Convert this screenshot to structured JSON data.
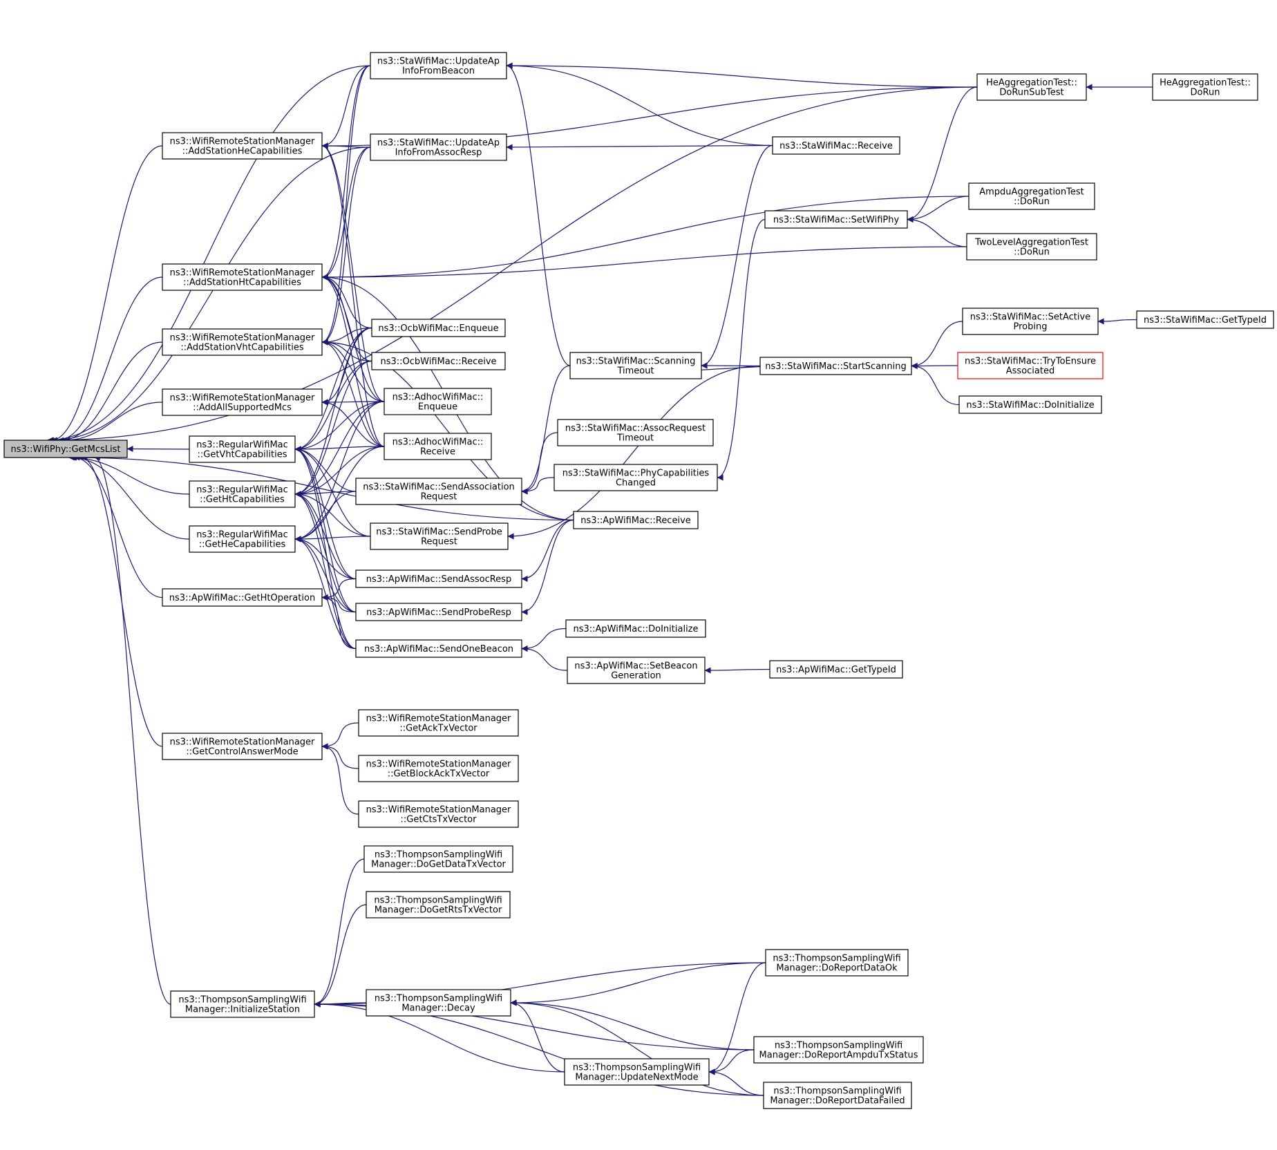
{
  "nodes": [
    {
      "id": "root",
      "lines": [
        "ns3::WifiPhy::GetMcsList"
      ],
      "root": true
    },
    {
      "id": "addHe",
      "lines": [
        "ns3::WifiRemoteStationManager",
        "::AddStationHeCapabilities"
      ]
    },
    {
      "id": "addHt",
      "lines": [
        "ns3::WifiRemoteStationManager",
        "::AddStationHtCapabilities"
      ]
    },
    {
      "id": "addVht",
      "lines": [
        "ns3::WifiRemoteStationManager",
        "::AddStationVhtCapabilities"
      ]
    },
    {
      "id": "addAll",
      "lines": [
        "ns3::WifiRemoteStationManager",
        "::AddAllSupportedMcs"
      ]
    },
    {
      "id": "getVht",
      "lines": [
        "ns3::RegularWifiMac",
        "::GetVhtCapabilities"
      ]
    },
    {
      "id": "getHt",
      "lines": [
        "ns3::RegularWifiMac",
        "::GetHtCapabilities"
      ]
    },
    {
      "id": "getHe",
      "lines": [
        "ns3::RegularWifiMac",
        "::GetHeCapabilities"
      ]
    },
    {
      "id": "getHtOp",
      "lines": [
        "ns3::ApWifiMac::GetHtOperation"
      ]
    },
    {
      "id": "getCtrl",
      "lines": [
        "ns3::WifiRemoteStationManager",
        "::GetControlAnswerMode"
      ]
    },
    {
      "id": "initSt",
      "lines": [
        "ns3::ThompsonSamplingWifi",
        "Manager::InitializeStation"
      ]
    },
    {
      "id": "updBeacon",
      "lines": [
        "ns3::StaWifiMac::UpdateAp",
        "InfoFromBeacon"
      ]
    },
    {
      "id": "updAssoc",
      "lines": [
        "ns3::StaWifiMac::UpdateAp",
        "InfoFromAssocResp"
      ]
    },
    {
      "id": "ocbEnq",
      "lines": [
        "ns3::OcbWifiMac::Enqueue"
      ]
    },
    {
      "id": "ocbRecv",
      "lines": [
        "ns3::OcbWifiMac::Receive"
      ]
    },
    {
      "id": "adhocEnq",
      "lines": [
        "ns3::AdhocWifiMac::",
        "Enqueue"
      ]
    },
    {
      "id": "adhocRecv",
      "lines": [
        "ns3::AdhocWifiMac::",
        "Receive"
      ]
    },
    {
      "id": "sendAssocReq",
      "lines": [
        "ns3::StaWifiMac::SendAssociation",
        "Request"
      ]
    },
    {
      "id": "sendProbeReq",
      "lines": [
        "ns3::StaWifiMac::SendProbe",
        "Request"
      ]
    },
    {
      "id": "sendAssocResp",
      "lines": [
        "ns3::ApWifiMac::SendAssocResp"
      ]
    },
    {
      "id": "sendProbeResp",
      "lines": [
        "ns3::ApWifiMac::SendProbeResp"
      ]
    },
    {
      "id": "sendBeacon",
      "lines": [
        "ns3::ApWifiMac::SendOneBeacon"
      ]
    },
    {
      "id": "getAckTx",
      "lines": [
        "ns3::WifiRemoteStationManager",
        "::GetAckTxVector"
      ]
    },
    {
      "id": "getBlockAckTx",
      "lines": [
        "ns3::WifiRemoteStationManager",
        "::GetBlockAckTxVector"
      ]
    },
    {
      "id": "getCtsTx",
      "lines": [
        "ns3::WifiRemoteStationManager",
        "::GetCtsTxVector"
      ]
    },
    {
      "id": "doGetData",
      "lines": [
        "ns3::ThompsonSamplingWifi",
        "Manager::DoGetDataTxVector"
      ]
    },
    {
      "id": "doGetRts",
      "lines": [
        "ns3::ThompsonSamplingWifi",
        "Manager::DoGetRtsTxVector"
      ]
    },
    {
      "id": "decay",
      "lines": [
        "ns3::ThompsonSamplingWifi",
        "Manager::Decay"
      ]
    },
    {
      "id": "updNext",
      "lines": [
        "ns3::ThompsonSamplingWifi",
        "Manager::UpdateNextMode"
      ]
    },
    {
      "id": "scanTimeout",
      "lines": [
        "ns3::StaWifiMac::Scanning",
        "Timeout"
      ]
    },
    {
      "id": "assocReqTimeout",
      "lines": [
        "ns3::StaWifiMac::AssocRequest",
        "Timeout"
      ]
    },
    {
      "id": "phyCapChanged",
      "lines": [
        "ns3::StaWifiMac::PhyCapabilities",
        "Changed"
      ]
    },
    {
      "id": "apRecv",
      "lines": [
        "ns3::ApWifiMac::Receive"
      ]
    },
    {
      "id": "apDoInit",
      "lines": [
        "ns3::ApWifiMac::DoInitialize"
      ]
    },
    {
      "id": "setBeaconGen",
      "lines": [
        "ns3::ApWifiMac::SetBeacon",
        "Generation"
      ]
    },
    {
      "id": "staRecv",
      "lines": [
        "ns3::StaWifiMac::Receive"
      ]
    },
    {
      "id": "setWifiPhy",
      "lines": [
        "ns3::StaWifiMac::SetWifiPhy"
      ]
    },
    {
      "id": "startScan",
      "lines": [
        "ns3::StaWifiMac::StartScanning"
      ]
    },
    {
      "id": "apGetTypeId",
      "lines": [
        "ns3::ApWifiMac::GetTypeId"
      ]
    },
    {
      "id": "reportOk",
      "lines": [
        "ns3::ThompsonSamplingWifi",
        "Manager::DoReportDataOk"
      ]
    },
    {
      "id": "reportAmpdu",
      "lines": [
        "ns3::ThompsonSamplingWifi",
        "Manager::DoReportAmpduTxStatus"
      ]
    },
    {
      "id": "reportFailed",
      "lines": [
        "ns3::ThompsonSamplingWifi",
        "Manager::DoReportDataFailed"
      ]
    },
    {
      "id": "heAggSub",
      "lines": [
        "HeAggregationTest::",
        "DoRunSubTest"
      ]
    },
    {
      "id": "ampduAgg",
      "lines": [
        "AmpduAggregationTest",
        "::DoRun"
      ]
    },
    {
      "id": "twoLevel",
      "lines": [
        "TwoLevelAggregationTest",
        "::DoRun"
      ]
    },
    {
      "id": "setActive",
      "lines": [
        "ns3::StaWifiMac::SetActive",
        "Probing"
      ]
    },
    {
      "id": "tryEnsure",
      "lines": [
        "ns3::StaWifiMac::TryToEnsure",
        "Associated"
      ],
      "red": true
    },
    {
      "id": "staDoInit",
      "lines": [
        "ns3::StaWifiMac::DoInitialize"
      ]
    },
    {
      "id": "heAggRun",
      "lines": [
        "HeAggregationTest::",
        "DoRun"
      ]
    },
    {
      "id": "staGetTypeId",
      "lines": [
        "ns3::StaWifiMac::GetTypeId"
      ]
    }
  ],
  "edges": [
    [
      "addHe",
      "root"
    ],
    [
      "addHt",
      "root"
    ],
    [
      "addVht",
      "root"
    ],
    [
      "addAll",
      "root"
    ],
    [
      "getVht",
      "root"
    ],
    [
      "getHt",
      "root"
    ],
    [
      "getHe",
      "root"
    ],
    [
      "getHtOp",
      "root"
    ],
    [
      "getCtrl",
      "root"
    ],
    [
      "initSt",
      "root"
    ],
    [
      "updBeacon",
      "root"
    ],
    [
      "updAssoc",
      "root"
    ],
    [
      "apRecv",
      "root"
    ],
    [
      "heAggSub",
      "root"
    ],
    [
      "updBeacon",
      "addHe"
    ],
    [
      "updAssoc",
      "addHe"
    ],
    [
      "adhocEnq",
      "addHe"
    ],
    [
      "adhocRecv",
      "addHe"
    ],
    [
      "heAggSub",
      "addHe"
    ],
    [
      "updBeacon",
      "addHt"
    ],
    [
      "updAssoc",
      "addHt"
    ],
    [
      "ocbEnq",
      "addHt"
    ],
    [
      "ocbRecv",
      "addHt"
    ],
    [
      "adhocEnq",
      "addHt"
    ],
    [
      "adhocRecv",
      "addHt"
    ],
    [
      "apRecv",
      "addHt"
    ],
    [
      "ampduAgg",
      "addHt"
    ],
    [
      "twoLevel",
      "addHt"
    ],
    [
      "updBeacon",
      "addVht"
    ],
    [
      "updAssoc",
      "addVht"
    ],
    [
      "ocbEnq",
      "addVht"
    ],
    [
      "ocbRecv",
      "addVht"
    ],
    [
      "adhocEnq",
      "addVht"
    ],
    [
      "adhocRecv",
      "addVht"
    ],
    [
      "apRecv",
      "addVht"
    ],
    [
      "ocbEnq",
      "addAll"
    ],
    [
      "adhocEnq",
      "addAll"
    ],
    [
      "adhocRecv",
      "addAll"
    ],
    [
      "ocbEnq",
      "getVht"
    ],
    [
      "ocbRecv",
      "getVht"
    ],
    [
      "adhocEnq",
      "getVht"
    ],
    [
      "adhocRecv",
      "getVht"
    ],
    [
      "sendAssocReq",
      "getVht"
    ],
    [
      "sendProbeReq",
      "getVht"
    ],
    [
      "sendAssocResp",
      "getVht"
    ],
    [
      "sendProbeResp",
      "getVht"
    ],
    [
      "sendBeacon",
      "getVht"
    ],
    [
      "ocbEnq",
      "getHt"
    ],
    [
      "ocbRecv",
      "getHt"
    ],
    [
      "adhocEnq",
      "getHt"
    ],
    [
      "adhocRecv",
      "getHt"
    ],
    [
      "sendAssocReq",
      "getHt"
    ],
    [
      "sendProbeReq",
      "getHt"
    ],
    [
      "sendAssocResp",
      "getHt"
    ],
    [
      "sendProbeResp",
      "getHt"
    ],
    [
      "sendBeacon",
      "getHt"
    ],
    [
      "adhocEnq",
      "getHe"
    ],
    [
      "adhocRecv",
      "getHe"
    ],
    [
      "sendAssocReq",
      "getHe"
    ],
    [
      "sendProbeReq",
      "getHe"
    ],
    [
      "sendAssocResp",
      "getHe"
    ],
    [
      "sendProbeResp",
      "getHe"
    ],
    [
      "sendBeacon",
      "getHe"
    ],
    [
      "sendAssocResp",
      "getHtOp"
    ],
    [
      "sendProbeResp",
      "getHtOp"
    ],
    [
      "sendBeacon",
      "getHtOp"
    ],
    [
      "getAckTx",
      "getCtrl"
    ],
    [
      "getBlockAckTx",
      "getCtrl"
    ],
    [
      "getCtsTx",
      "getCtrl"
    ],
    [
      "doGetData",
      "initSt"
    ],
    [
      "doGetRts",
      "initSt"
    ],
    [
      "decay",
      "initSt"
    ],
    [
      "updNext",
      "initSt"
    ],
    [
      "reportOk",
      "initSt"
    ],
    [
      "reportAmpdu",
      "initSt"
    ],
    [
      "reportFailed",
      "initSt"
    ],
    [
      "staRecv",
      "updBeacon"
    ],
    [
      "scanTimeout",
      "updBeacon"
    ],
    [
      "heAggSub",
      "updBeacon"
    ],
    [
      "staRecv",
      "updAssoc"
    ],
    [
      "scanTimeout",
      "sendAssocReq"
    ],
    [
      "assocReqTimeout",
      "sendAssocReq"
    ],
    [
      "phyCapChanged",
      "sendAssocReq"
    ],
    [
      "startScan",
      "sendProbeReq"
    ],
    [
      "apRecv",
      "sendAssocResp"
    ],
    [
      "apRecv",
      "sendProbeResp"
    ],
    [
      "apDoInit",
      "sendBeacon"
    ],
    [
      "setBeaconGen",
      "sendBeacon"
    ],
    [
      "reportOk",
      "decay"
    ],
    [
      "reportAmpdu",
      "decay"
    ],
    [
      "reportFailed",
      "decay"
    ],
    [
      "updNext",
      "decay"
    ],
    [
      "reportOk",
      "updNext"
    ],
    [
      "reportAmpdu",
      "updNext"
    ],
    [
      "reportFailed",
      "updNext"
    ],
    [
      "staRecv",
      "scanTimeout"
    ],
    [
      "startScan",
      "scanTimeout"
    ],
    [
      "setWifiPhy",
      "phyCapChanged"
    ],
    [
      "apGetTypeId",
      "setBeaconGen"
    ],
    [
      "heAggSub",
      "setWifiPhy"
    ],
    [
      "ampduAgg",
      "setWifiPhy"
    ],
    [
      "twoLevel",
      "setWifiPhy"
    ],
    [
      "scanTimeout",
      "startScan"
    ],
    [
      "setActive",
      "startScan"
    ],
    [
      "tryEnsure",
      "startScan"
    ],
    [
      "staDoInit",
      "startScan"
    ],
    [
      "heAggRun",
      "heAggSub"
    ],
    [
      "staGetTypeId",
      "setActive"
    ]
  ]
}
